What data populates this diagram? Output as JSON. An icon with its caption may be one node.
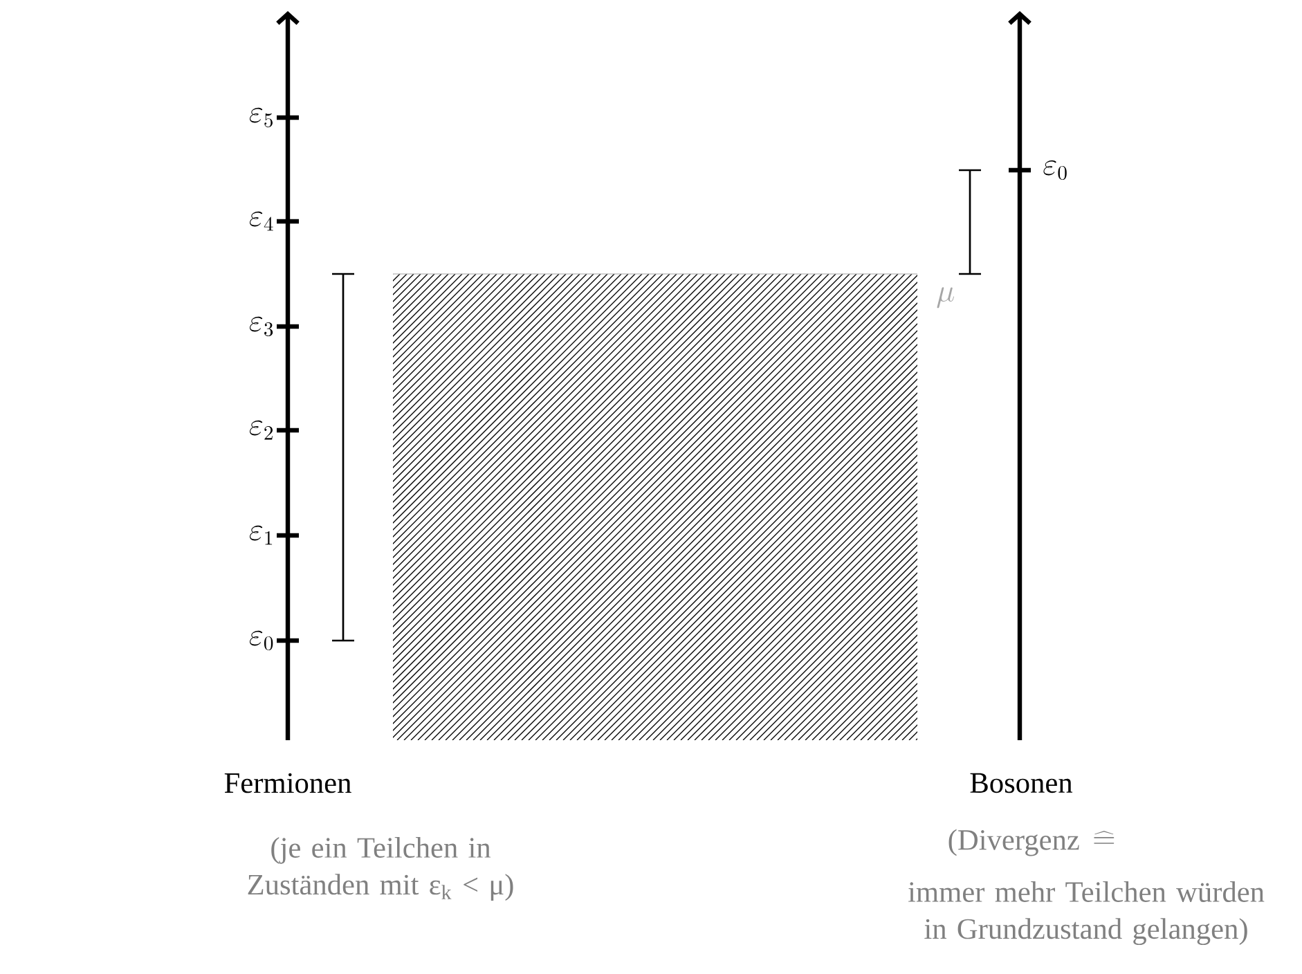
{
  "diagram": {
    "labels": [
      "\\varepsilon_5",
      "\\varepsilon_0",
      "\\varepsilon_4",
      "\\mu",
      "\\varepsilon_3",
      "\\varepsilon_2",
      "\\varepsilon_1",
      "\\varepsilon_0",
      "Fermionen",
      "Bosonen",
      "(je ein Teilchen in Zuständen mit ε$_{k}$ < μ)",
      "(Divergenz",
      "\\widehat{=}",
      "immer mehr Teilchen würden in Grundzustand gelangen)"
    ]
  }
}
